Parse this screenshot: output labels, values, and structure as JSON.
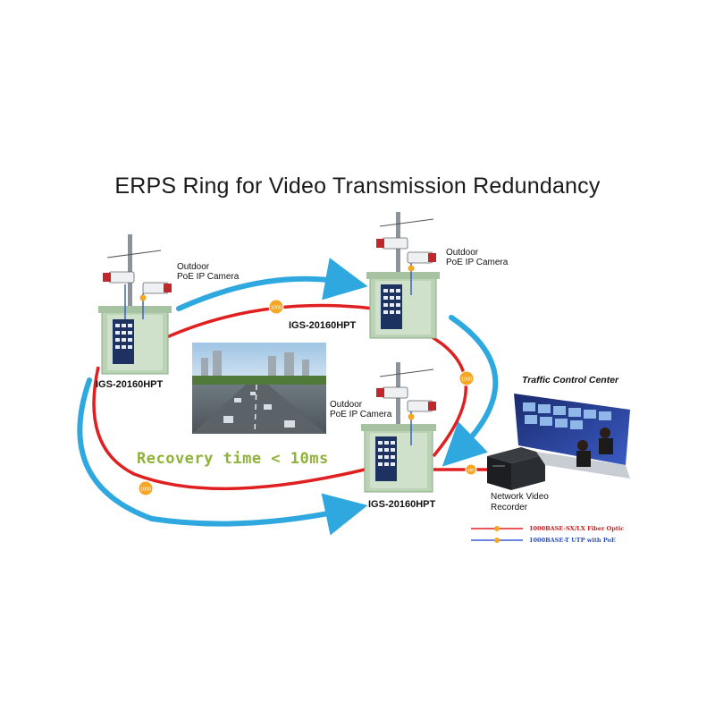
{
  "title": "ERPS Ring for Video Transmission Redundancy",
  "cameras": [
    {
      "line1": "Outdoor",
      "line2": "PoE IP Camera"
    },
    {
      "line1": "Outdoor",
      "line2": "PoE IP Camera"
    },
    {
      "line1": "Outdoor",
      "line2": "PoE IP Camera"
    }
  ],
  "switches": [
    "IGS-20160HPT",
    "IGS-20160HPT",
    "IGS-20160HPT"
  ],
  "link_badges": [
    "1000",
    "1000",
    "1000",
    "100"
  ],
  "recovery_text": "Recovery time < 10ms",
  "nvr": {
    "line1": "Network Video",
    "line2": "Recorder"
  },
  "control_center": "Traffic Control Center",
  "legend": [
    {
      "label": "1000BASE-SX/LX Fiber Optic",
      "color": "#e02020"
    },
    {
      "label": "1000BASE-T UTP with PoE",
      "color": "#3a5fd0"
    }
  ],
  "colors": {
    "fiber": "#e02020",
    "utp": "#3a5fd0",
    "ring_arrow": "#2fa8e0",
    "cabinet": "#b9d3b4",
    "badge": "#f5a623"
  }
}
